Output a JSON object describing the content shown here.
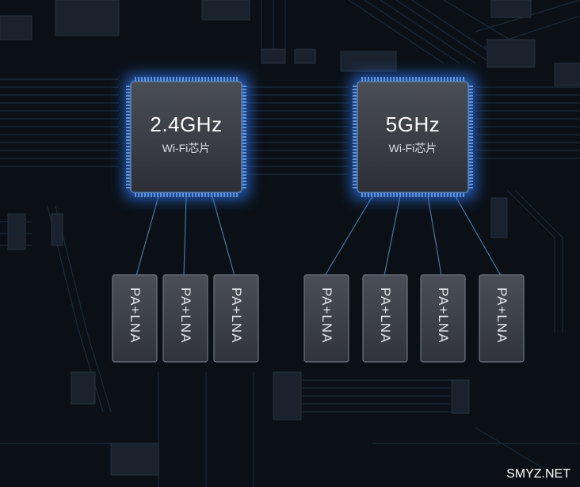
{
  "chips": [
    {
      "frequency": "2.4GHz",
      "subtitle": "Wi-Fi芯片"
    },
    {
      "frequency": "5GHz",
      "subtitle": "Wi-Fi芯片"
    }
  ],
  "modules": [
    {
      "label": "PA+LNA"
    },
    {
      "label": "PA+LNA"
    },
    {
      "label": "PA+LNA"
    },
    {
      "label": "PA+LNA"
    },
    {
      "label": "PA+LNA"
    },
    {
      "label": "PA+LNA"
    },
    {
      "label": "PA+LNA"
    }
  ],
  "watermark": "SMYZ.NET",
  "colors": {
    "background": "#0b1016",
    "glow": "#2d7dff",
    "chip": "#3b3f45"
  }
}
